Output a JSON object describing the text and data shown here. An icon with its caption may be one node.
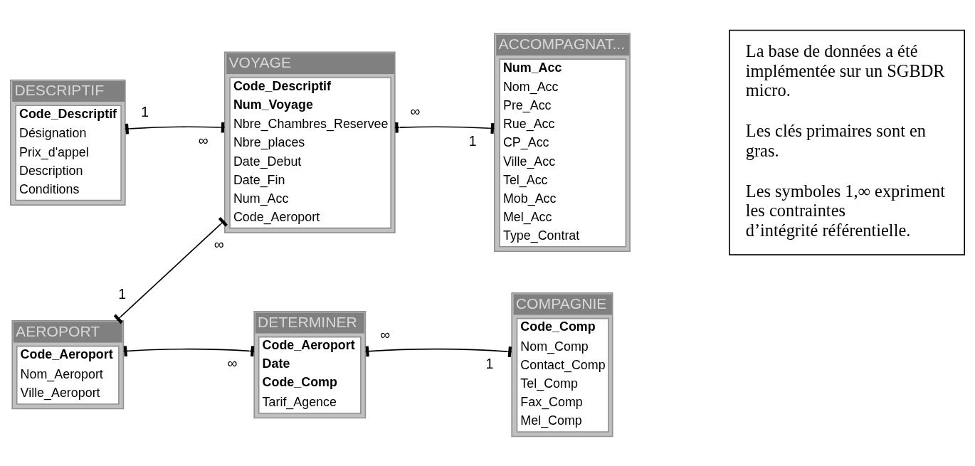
{
  "diagram": {
    "nodes": [
      {
        "text": [
          "DESCRIPTIF",
          "**Code_Descriptif**",
          "Désignation",
          "Prix_d'appel",
          "Description",
          "Conditions"
        ]
      },
      {
        "text": [
          "VOYAGE",
          "**Code_Descriptif**",
          "**Num_Voyage**",
          "Nbre_Chambres_Reservee",
          "Nbre_places",
          "Date_Debut",
          "Date_Fin",
          "Num_Acc",
          "Code_Aeroport"
        ]
      },
      {
        "text": [
          "ACCOMPAGNAT...",
          "**Num_Acc**",
          "Nom_Acc",
          "Pre_Acc",
          "Rue_Acc",
          "CP_Acc",
          "Ville_Acc",
          "Tel_Acc",
          "Mob_Acc",
          "Mel_Acc",
          "Type_Contrat"
        ]
      },
      {
        "text": [
          "AEROPORT",
          "**Code_Aeroport**",
          "Nom_Aeroport",
          "Ville_Aeroport"
        ]
      },
      {
        "text": [
          "DETERMINER",
          "**Code_Aeroport**",
          "**Date**",
          "**Code_Comp**",
          "Tarif_Agence"
        ]
      },
      {
        "text": [
          "COMPAGNIE",
          "**Code_Comp**",
          "Nom_Comp",
          "Contact_Comp",
          "Tel_Comp",
          "Fax_Comp",
          "Mel_Comp"
        ]
      },
      {
        "text": [
          "La base de données a été implémentée sur un SGBDR micro.",
          "Les clés primaires sont en gras.",
          "Les symboles 1,∞ expriment les contraintes d’intégrité référentielle."
        ]
      }
    ],
    "edges": [
      {
        "from": 0,
        "to": 1,
        "arrow": "other"
      },
      {
        "from": 2,
        "to": 1,
        "arrow": "other"
      },
      {
        "from": 3,
        "to": 1,
        "arrow": "other"
      },
      {
        "from": 3,
        "to": 4,
        "arrow": "other"
      },
      {
        "from": 5,
        "to": 4,
        "arrow": "other"
      }
    ],
    "labels": [
      "1",
      "∞",
      "1",
      "∞",
      "∞",
      "1",
      "1",
      "∞",
      "∞"
    ]
  }
}
